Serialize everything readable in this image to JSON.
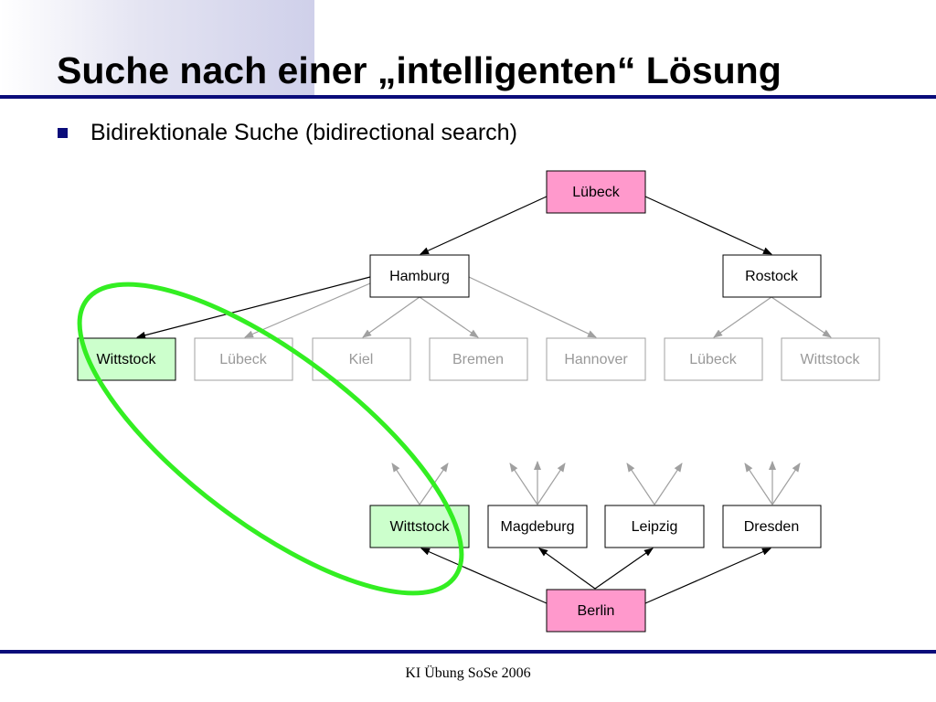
{
  "slide": {
    "title": "Suche nach einer „intelligenten“ Lösung",
    "bullet": "Bidirektionale Suche (bidirectional search)",
    "footer": "KI Übung SoSe 2006"
  },
  "nodes": {
    "start": "Lübeck",
    "goal": "Berlin",
    "hamburg": "Hamburg",
    "rostock": "Rostock",
    "wittstock_fwd": "Wittstock",
    "luebeck_h": "Lübeck",
    "kiel": "Kiel",
    "bremen": "Bremen",
    "hannover": "Hannover",
    "luebeck_r": "Lübeck",
    "wittstock_r": "Wittstock",
    "wittstock_bwd": "Wittstock",
    "magdeburg": "Magdeburg",
    "leipzig": "Leipzig",
    "dresden": "Dresden"
  },
  "colors": {
    "title_rule": "#0a0c7a",
    "start_goal_fill": "#ff99cc",
    "meeting_node_fill": "#ccffcc",
    "highlight_ellipse": "#33ee22",
    "active_edge": "#000000",
    "inactive_edge": "#a0a0a0",
    "inactive_node_text": "#999999"
  }
}
